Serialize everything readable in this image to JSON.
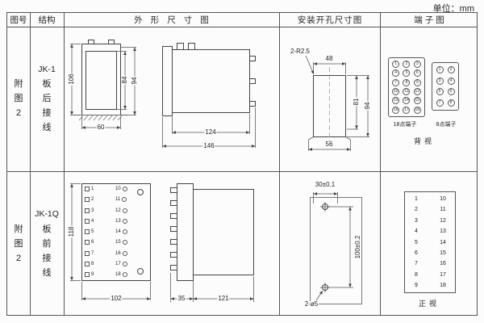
{
  "unit_label": "单位：mm",
  "header": {
    "fig_no": "图号",
    "structure": "结构",
    "outline": "外形尺寸图",
    "mounting": "安装开孔尺寸图",
    "terminal": "端子图"
  },
  "row1": {
    "fig_chars": [
      "附",
      "图",
      "2"
    ],
    "model": "JK-1",
    "structure_chars": [
      "板",
      "后",
      "接",
      "线"
    ],
    "outline_dims": {
      "front_height": "106",
      "inner_height": "84",
      "case_height": "94",
      "front_width": "60",
      "body_length": "124",
      "total_length": "146"
    },
    "mounting_dims": {
      "corner_radius": "2-R2.5",
      "top_width": "48",
      "upper_height": "81",
      "total_height": "94",
      "bottom_width": "56"
    },
    "terminal": {
      "points18": [
        "1",
        "2",
        "3",
        "4",
        "5",
        "6",
        "7",
        "8",
        "9",
        "10",
        "11",
        "12",
        "13",
        "14",
        "15",
        "16",
        "17",
        "18"
      ],
      "points8": [
        "1",
        "2",
        "3",
        "4",
        "5",
        "6",
        "7",
        "8"
      ],
      "label_18": "18点端子",
      "label_8": "8点端子",
      "view_label": "背视"
    }
  },
  "row2": {
    "fig_chars": [
      "附",
      "图",
      "2"
    ],
    "model": "JK-1Q",
    "structure_chars": [
      "板",
      "前",
      "接",
      "线"
    ],
    "outline": {
      "left_terminals": [
        "1",
        "2",
        "3",
        "4",
        "5",
        "6",
        "7",
        "8",
        "9"
      ],
      "right_terminals": [
        "10",
        "11",
        "12",
        "13",
        "14",
        "15",
        "16",
        "17",
        "18"
      ],
      "dims": {
        "height": "118",
        "width": "102",
        "front_depth": "35",
        "body_depth": "121"
      }
    },
    "mounting_dims": {
      "hole_spacing_h": "30±0.1",
      "hole_spacing_v": "100±0.2",
      "hole_size": "2-ø5"
    },
    "terminal": {
      "left_column": [
        "1",
        "2",
        "3",
        "4",
        "5",
        "6",
        "7",
        "8",
        "9"
      ],
      "right_column": [
        "10",
        "11",
        "12",
        "13",
        "14",
        "15",
        "16",
        "17",
        "18"
      ],
      "view_label": "正视"
    }
  }
}
